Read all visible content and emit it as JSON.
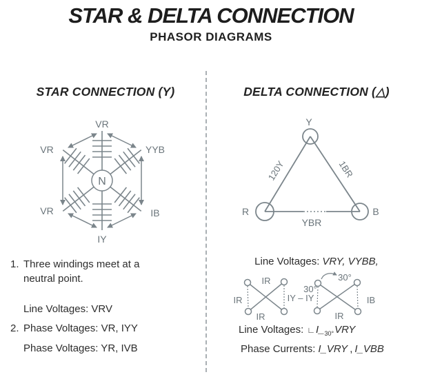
{
  "title": "STAR & DELTA CONNECTION",
  "subtitle": "PHASOR DIAGRAMS",
  "colors": {
    "diagram_gray": "#7b858b",
    "label_gray": "#6a747a",
    "text_dark": "#2d2d2d"
  },
  "star": {
    "heading": "STAR CONNECTION (Y)",
    "center": "N",
    "label_top": "VR",
    "label_upper_left": "VR",
    "label_upper_right": "YYB",
    "label_lower_left": "VR",
    "label_lower_right": "IB",
    "label_bottom": "IY",
    "notes": {
      "n1_marker": "1.",
      "n1_text": "Three windings meet at a\nneutral point.",
      "n2_text": "Line Voltages: VRV",
      "n3_marker": "2.",
      "n3_text": "Phase Voltages: VR, IYY",
      "n4_text": "Phase Voltages: YR, IVB"
    }
  },
  "delta": {
    "heading": "DELTA CONNECTION (△)",
    "vertex_top": "Y",
    "vertex_left": "R",
    "vertex_right": "B",
    "edge_left": "120Y",
    "edge_right": "1BR",
    "edge_bottom": "YBR",
    "line_voltages": {
      "label": "Line Voltages:",
      "value": "VRY, VYBB,"
    },
    "bowtie_left": {
      "top": "IR",
      "left": "IR",
      "right": "IY – IY",
      "bottom": "IR"
    },
    "bowtie_right": {
      "angle_top": "30°",
      "angle_left": "30°",
      "right": "IB",
      "bottom": "IR"
    },
    "line_voltages2": {
      "label": "Line Voltages:",
      "angle": "∟",
      "current": "I_",
      "sub": "30°",
      "value": "VRY"
    },
    "phase_currents": {
      "label": "Phase Currents:",
      "value1": "I_VRY",
      "sep": ",",
      "value2": "I_VBB"
    }
  }
}
